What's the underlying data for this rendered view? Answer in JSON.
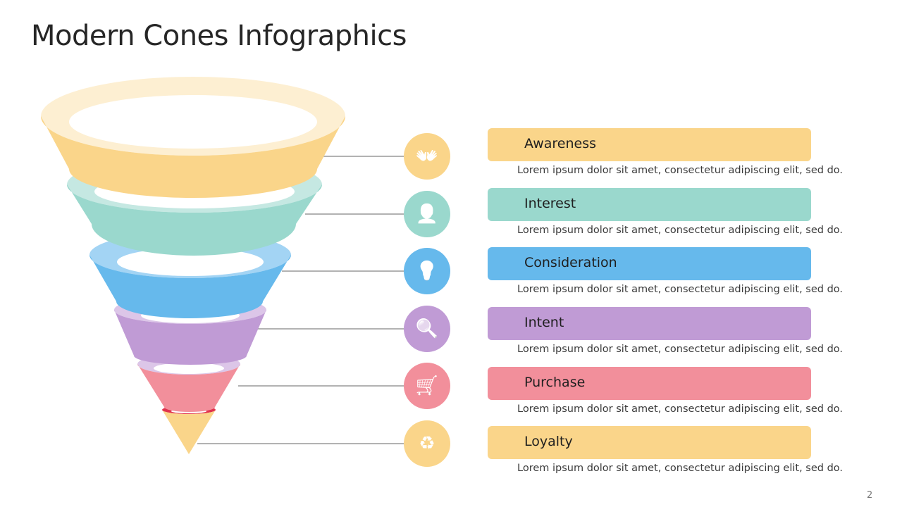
{
  "title": "Modern Cones Infographics",
  "page_number": "2",
  "stages": [
    {
      "label": "Awareness",
      "description": "Lorem ipsum dolor sit amet, consectetur adipiscing elit, sed do.",
      "icon": "hands-person-icon",
      "glyph": "👐",
      "color": "#FAD58A",
      "light": "#FDEFD2"
    },
    {
      "label": "Interest",
      "description": "Lorem ipsum dolor sit amet, consectetur adipiscing elit, sed do.",
      "icon": "person-thinking-icon",
      "glyph": "👤",
      "color": "#9AD8CD",
      "light": "#C5E8E2"
    },
    {
      "label": "Consideration",
      "description": "Lorem ipsum dolor sit amet, consectetur adipiscing elit, sed do.",
      "icon": "head-lightbulb-question-icon",
      "glyph": "💡",
      "color": "#66B9EC",
      "light": "#A3D4F4"
    },
    {
      "label": "Intent",
      "description": "Lorem ipsum dolor sit amet, consectetur adipiscing elit, sed do.",
      "icon": "document-search-icon",
      "glyph": "🔍",
      "color": "#C09BD5",
      "light": "#DCC6E8"
    },
    {
      "label": "Purchase",
      "description": "Lorem ipsum dolor sit amet, consectetur adipiscing elit, sed do.",
      "icon": "shopping-cart-icon",
      "glyph": "🛒",
      "color": "#F28F9B",
      "light": "#DCC6E8"
    },
    {
      "label": "Loyalty",
      "description": "Lorem ipsum dolor sit amet, consectetur adipiscing elit, sed do.",
      "icon": "customer-retention-icon",
      "glyph": "♻",
      "color": "#FAD58A",
      "light": "#E0334E"
    }
  ]
}
